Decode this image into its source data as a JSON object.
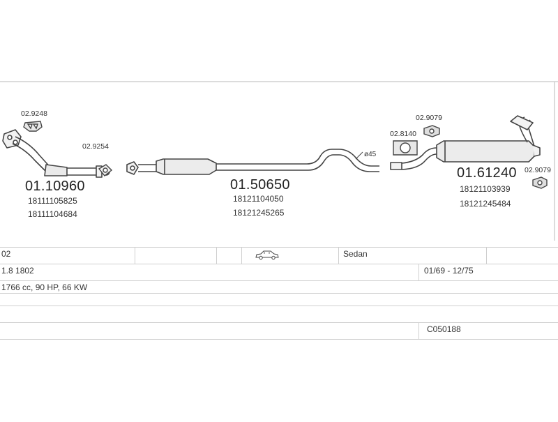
{
  "diagram": {
    "sections": [
      {
        "part_number": "01.10960",
        "oem_numbers": [
          "18111105825",
          "18111104684"
        ]
      },
      {
        "part_number": "01.50650",
        "oem_numbers": [
          "18121104050",
          "18121245265"
        ]
      },
      {
        "part_number": "01.61240",
        "oem_numbers": [
          "18121103939",
          "18121245484"
        ]
      }
    ],
    "accessories": {
      "left_clamp": "02.9248",
      "left_flange": "02.9254",
      "rear_clamp": "02.8140",
      "rear_hanger_top": "02.9079",
      "rear_hanger_right": "02.9079"
    },
    "pipe_diameter": "ø45"
  },
  "vehicle_table": {
    "row1": {
      "code": "02",
      "car_icon": "sedan-car-icon",
      "body_type": "Sedan"
    },
    "row2": {
      "engine": "1.8 1802",
      "years": "01/69 - 12/75"
    },
    "row3": {
      "specs": "1766 cc, 90 HP, 66 KW"
    },
    "row5": {
      "catalog_code": "C050188"
    }
  }
}
